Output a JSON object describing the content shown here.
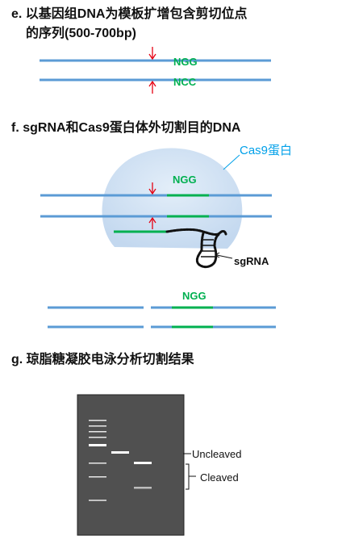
{
  "sections": {
    "e": {
      "title_line1": "e. 以基因组DNA为模板扩增包含剪切位点",
      "title_line2": "的序列(500-700bp)"
    },
    "f": {
      "title": "f. sgRNA和Cas9蛋白体外切割目的DNA"
    },
    "g": {
      "title": "g. 琼脂糖凝胶电泳分析切割结果"
    }
  },
  "labels": {
    "pam_top": "NGG",
    "pam_bottom": "NCC",
    "pam_complex": "NGG",
    "cas9": "Cas9蛋白",
    "sgrna": "sgRNA",
    "pam_cleaved": "NGG",
    "uncleaved": "Uncleaved",
    "cleaved": "Cleaved"
  },
  "colors": {
    "dna_strand": "#5b9bd5",
    "pam_green": "#00b050",
    "cut_arrow": "#e60012",
    "cas9_text": "#00a0e9",
    "cas9_blob": "#cfe0f3",
    "gel_bg": "#505050",
    "band": "#ffffff"
  }
}
